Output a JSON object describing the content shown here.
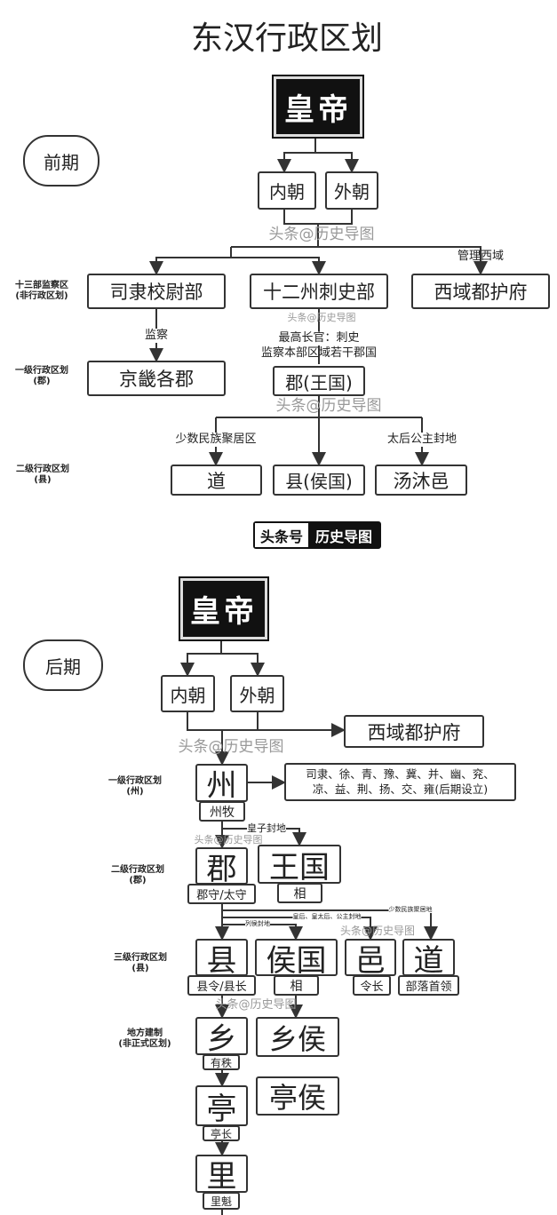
{
  "title": "东汉行政区划",
  "emperor": "皇帝",
  "early": {
    "period": "前期",
    "inner": "内朝",
    "outer": "外朝",
    "watermark": "头条@历史导图",
    "level_supervision": "十三部监察区",
    "level_supervision_note": "(非行政区划)",
    "level1": "一级行政区划",
    "level1_note": "(郡)",
    "level2": "二级行政区划",
    "level2_note": "(县)",
    "sili": "司隶校尉部",
    "cishi": "十二州刺史部",
    "xiyu": "西域都护府",
    "manage_xiyu": "管理西域",
    "jiancha": "监察",
    "jingji": "京畿各郡",
    "cishi_note1": "最高长官：刺史",
    "cishi_note2": "监察本部区域若干郡国",
    "jun": "郡(王国)",
    "minority": "少数民族聚居区",
    "fief": "太后公主封地",
    "dao": "道",
    "xian": "县(侯国)",
    "tangmu": "汤沐邑"
  },
  "logo": {
    "left": "头条号",
    "right": "历史导图"
  },
  "late": {
    "period": "后期",
    "inner": "内朝",
    "outer": "外朝",
    "watermark": "头条@历史导图",
    "xiyu": "西域都护府",
    "level1": "一级行政区划",
    "level1_note": "(州)",
    "level2": "二级行政区划",
    "level2_note": "(郡)",
    "level3": "三级行政区划",
    "level3_note": "(县)",
    "level4": "地方建制",
    "level4_note": "(非正式区划)",
    "zhou": "州",
    "zhoumu": "州牧",
    "zhou_list1": "司隶、徐、青、豫、冀、并、幽、兖、",
    "zhou_list2": "凉、益、荆、扬、交、雍(后期设立)",
    "prince_fief": "皇子封地",
    "jun": "郡",
    "junshou": "郡守/太守",
    "wangguo": "王国",
    "xiang_official": "相",
    "minority": "少数民族聚居地",
    "empress_fief": "皇后、皇太后、公主封地",
    "marquis_fief": "列侯封地",
    "xian": "县",
    "xianling": "县令/县长",
    "houguo": "侯国",
    "houguo_xiang": "相",
    "yi": "邑",
    "lingzhang": "令长",
    "dao": "道",
    "buluo": "部落首领",
    "xiang": "乡",
    "youzhi": "有秩",
    "xianghou": "乡侯",
    "tinghou": "亭侯",
    "ting": "亭",
    "tingzhang": "亭长",
    "li": "里",
    "likui": "里魁"
  }
}
